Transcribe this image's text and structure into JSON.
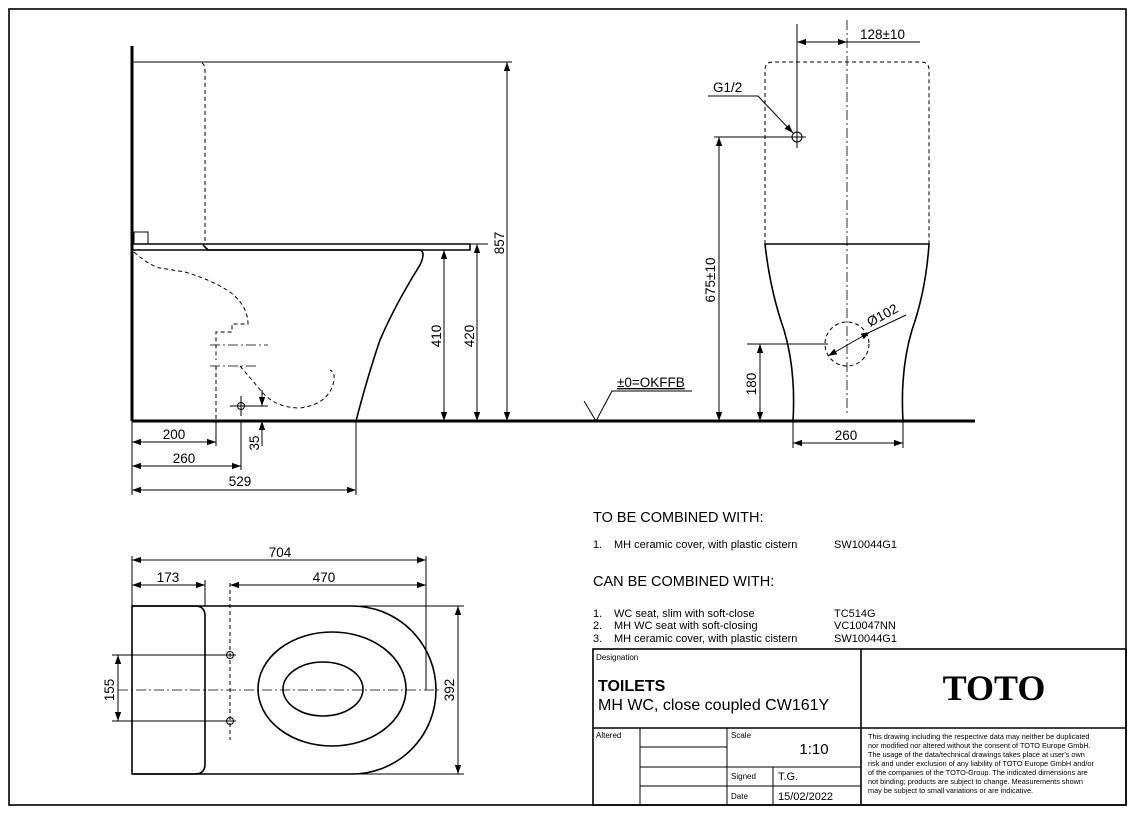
{
  "dimensions": {
    "side_200": "200",
    "side_260": "260",
    "side_529": "529",
    "side_35": "35",
    "side_410": "410",
    "side_420": "420",
    "side_857": "857",
    "front_128": "128±10",
    "front_g12": "G1/2",
    "front_675": "675±10",
    "front_180": "180",
    "front_260": "260",
    "front_d102": "Ø102",
    "floor_label": "±0=OKFFB",
    "top_704": "704",
    "top_173": "173",
    "top_470": "470",
    "top_155": "155",
    "top_392": "392"
  },
  "to_be_combined": {
    "heading": "TO BE COMBINED WITH:",
    "items": [
      {
        "num": "1.",
        "desc": "MH ceramic cover, with plastic cistern",
        "code": "SW10044G1"
      }
    ]
  },
  "can_be_combined": {
    "heading": "CAN BE COMBINED WITH:",
    "items": [
      {
        "num": "1.",
        "desc": "WC seat, slim with soft-close",
        "code": "TC514G"
      },
      {
        "num": "2.",
        "desc": "MH WC seat with soft-closing",
        "code": "VC10047NN"
      },
      {
        "num": "3.",
        "desc": "MH ceramic cover, with plastic cistern",
        "code": "SW10044G1"
      }
    ]
  },
  "title_block": {
    "designation_label": "Designation",
    "product_title": "TOILETS",
    "product_subtitle": "MH WC, close coupled CW161Y",
    "logo": "TOTO",
    "altered_label": "Altered",
    "scale_label": "Scale",
    "scale_value": "1:10",
    "signed_label": "Signed",
    "signed_value": "T.G.",
    "date_label": "Date",
    "date_value": "15/02/2022",
    "disclaimer": [
      "This drawing including the respective data may neither be duplicated",
      "nor modified nor altered without the consent of TOTO Europe GmbH.",
      "The usage of the data/technical drawings takes place at user's own",
      "risk and under exclusion of any liability of TOTO Europe GmbH and/or",
      "of the companies of the TOTO-Group. The indicated dimensions are",
      "not binding; products are subject to change. Measurements shown",
      "may be subject to small variations or are indicative."
    ]
  }
}
